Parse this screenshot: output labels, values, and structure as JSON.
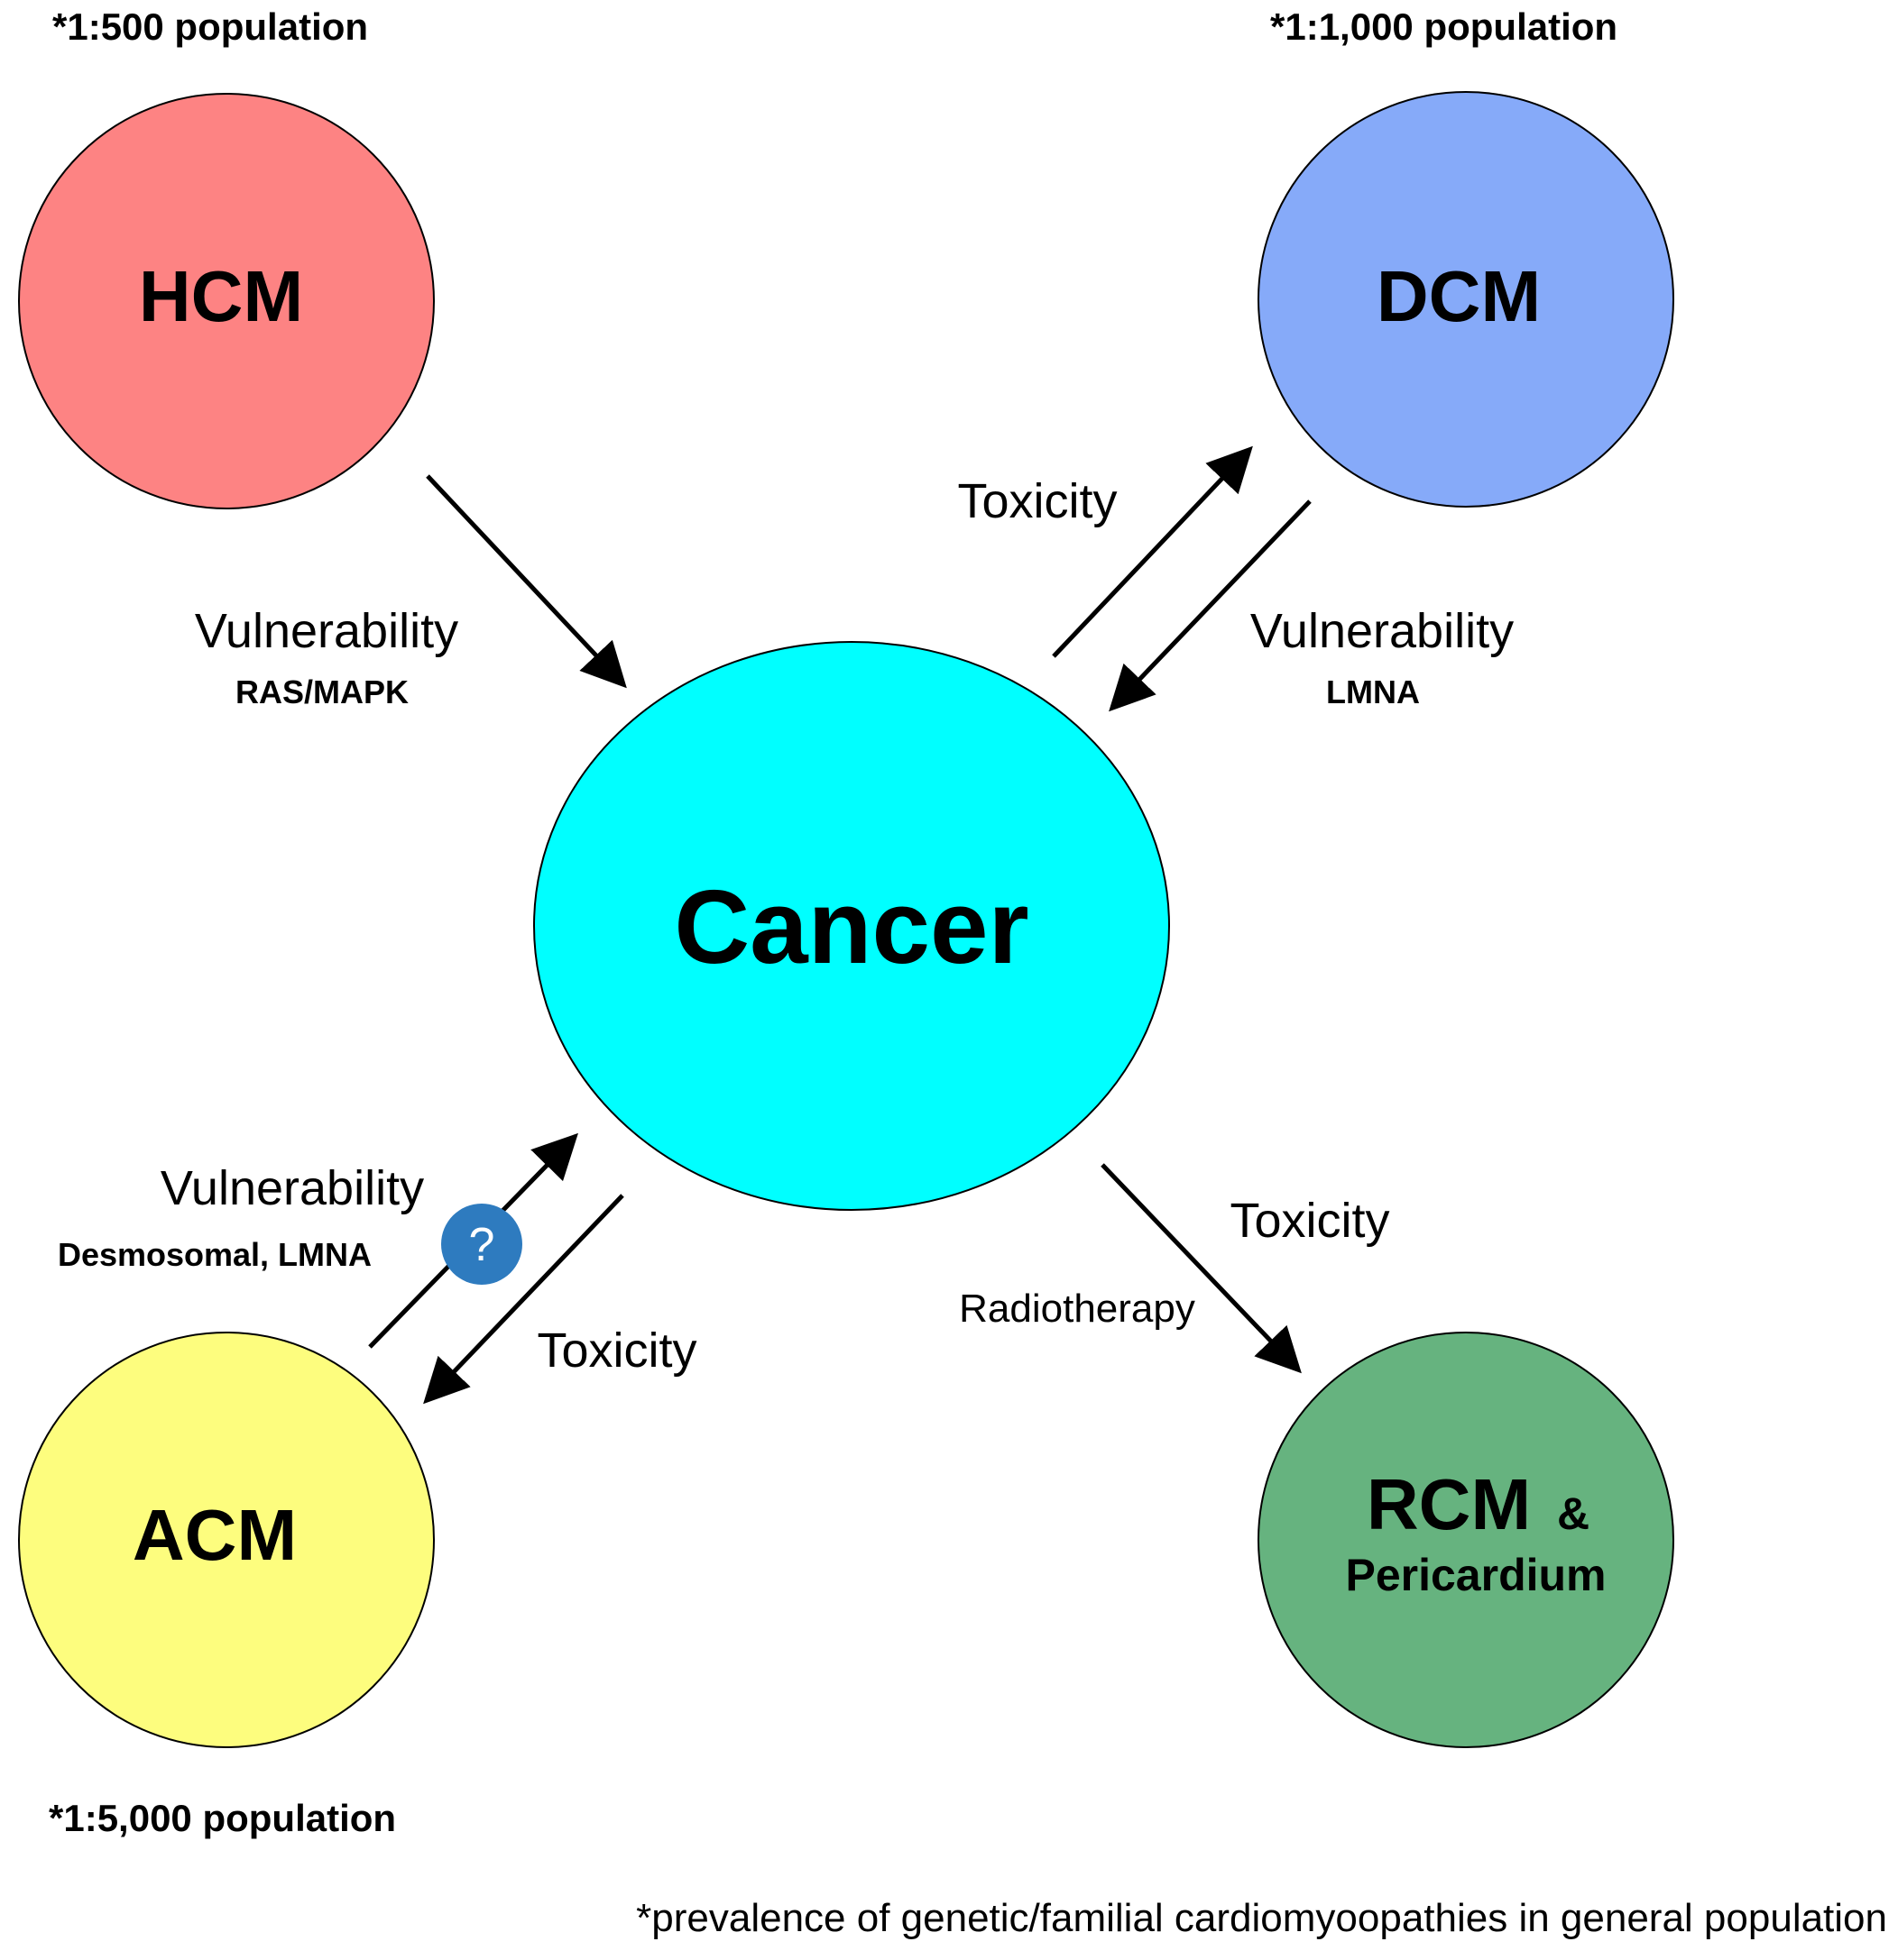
{
  "nodes": {
    "hcm": {
      "label": "HCM",
      "prevalence": "*1:500 population",
      "color": "#fd8383"
    },
    "dcm": {
      "label": "DCM",
      "prevalence": "*1:1,000 population",
      "color": "#86aaf9"
    },
    "cancer": {
      "label": "Cancer",
      "color": "#00ffff"
    },
    "acm": {
      "label": "ACM",
      "prevalence": "*1:5,000 population",
      "color": "#fdfd7e"
    },
    "rcm": {
      "label": "RCM",
      "amp": "&",
      "sublabel": "Pericardium",
      "color": "#66b37f"
    }
  },
  "edges": {
    "hcm_cancer": {
      "label": "Vulnerability",
      "sublabel": "RAS/MAPK"
    },
    "cancer_dcm": {
      "label": "Toxicity"
    },
    "dcm_cancer": {
      "label": "Vulnerability",
      "sublabel": "LMNA"
    },
    "acm_cancer": {
      "label": "Vulnerability",
      "sublabel": "Desmosomal, LMNA",
      "badge": "?"
    },
    "cancer_acm": {
      "label": "Toxicity"
    },
    "cancer_rcm": {
      "label": "Toxicity",
      "sublabel": "Radiotherapy"
    }
  },
  "badge_color": "#2e7bbf",
  "footnote": "*prevalence of genetic/familial cardiomyoopathies in general population"
}
